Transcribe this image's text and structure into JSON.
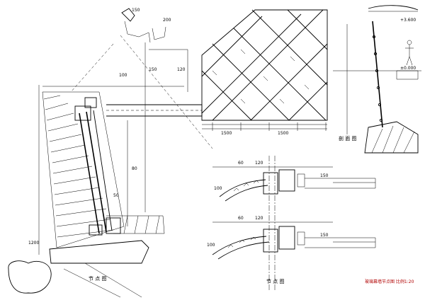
{
  "captions": {
    "left_detail": "节 点 图",
    "glass_elevation": "",
    "right_section": "剖 面 图",
    "lower_detail": "节 点 图",
    "title_block": "玻璃幕墙节点图 比例1:20"
  },
  "dimensions": {
    "top_detail_a": "150",
    "top_detail_b": "200",
    "left_a": "100",
    "left_b": "150",
    "left_c": "80",
    "left_d": "1200",
    "left_e": "50",
    "left_f": "120",
    "upper_x1": "60",
    "upper_x2": "120",
    "upper_x3": "150",
    "upper_h": "100",
    "lower_x1": "60",
    "lower_x2": "120",
    "lower_x3": "150",
    "lower_h": "100",
    "elev_1": "±0.000",
    "elev_2": "+3.600",
    "grid_1": "1500",
    "grid_2": "1500"
  },
  "colors": {
    "ink": "#000000",
    "title": "#b00000"
  }
}
